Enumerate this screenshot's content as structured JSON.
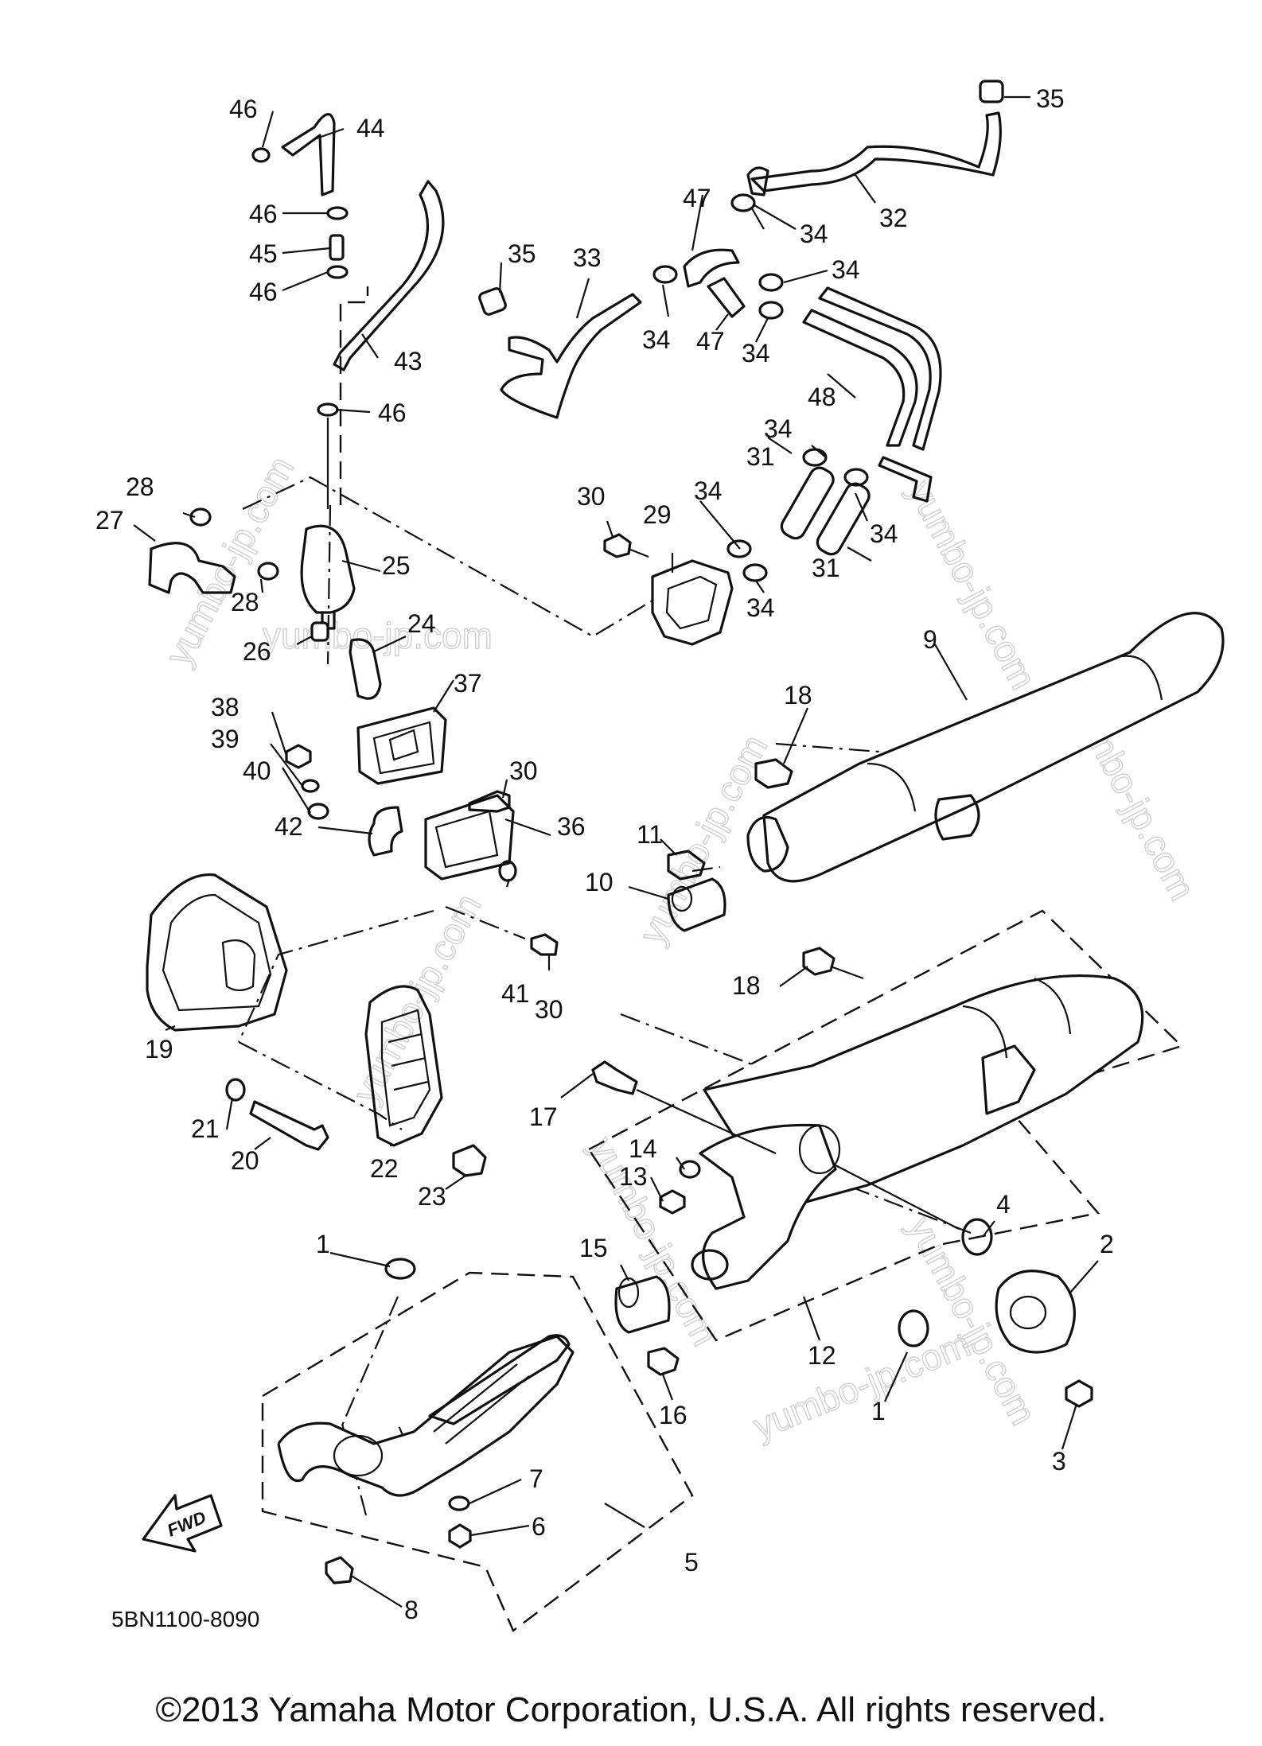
{
  "diagram": {
    "part_code": "5BN1100-8090",
    "fwd_label": "FWD",
    "watermark": "yumbo-jp.com",
    "callouts": [
      "1",
      "1",
      "2",
      "3",
      "4",
      "5",
      "6",
      "7",
      "8",
      "9",
      "10",
      "11",
      "12",
      "13",
      "14",
      "15",
      "16",
      "17",
      "18",
      "18",
      "19",
      "20",
      "21",
      "22",
      "23",
      "24",
      "25",
      "26",
      "27",
      "28",
      "28",
      "29",
      "30",
      "30",
      "30",
      "31",
      "31",
      "32",
      "33",
      "34",
      "34",
      "34",
      "34",
      "34",
      "34",
      "34",
      "34",
      "35",
      "35",
      "36",
      "37",
      "38",
      "39",
      "40",
      "41",
      "42",
      "43",
      "44",
      "45",
      "46",
      "46",
      "46",
      "46",
      "47",
      "47",
      "48"
    ]
  },
  "footer": {
    "copyright": "©2013 Yamaha Motor Corporation, U.S.A. All rights reserved."
  }
}
